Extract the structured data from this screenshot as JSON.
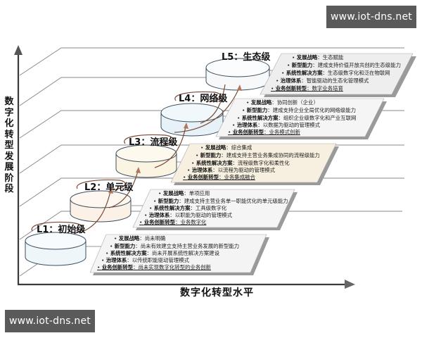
{
  "watermarks": {
    "top": "www.iot-dns.net",
    "bottom": "www.iot-dns.net"
  },
  "axes": {
    "y_label": "数字化转型发展阶段",
    "x_label": "数字化转型水平"
  },
  "colors": {
    "axis": "#3a3a3a",
    "grid": "#8a8a8a",
    "arrow": "#9a5a3a",
    "box_shadow": "#9a9a9a"
  },
  "levels": [
    {
      "label": "L1：初始级",
      "cylinder_color": "#eef6fa",
      "box_color": "#f4f4f4",
      "items": [
        {
          "key": "发展战略",
          "value": "尚未明确"
        },
        {
          "key": "新型能力",
          "value": "尚未有效建立支持主营业务发展的新型能力"
        },
        {
          "key": "系统性解决方案",
          "value": "尚未开展系统性解决方案建设"
        },
        {
          "key": "治理体系",
          "value": "以传统职能驱动管理模式"
        },
        {
          "key": "业务创新转型",
          "value": "尚未实现数字化转型的业务创新"
        }
      ]
    },
    {
      "label": "L2：单元级",
      "cylinder_color": "#fbf1e6",
      "box_color": "#f5f5f5",
      "items": [
        {
          "key": "发展战略",
          "value": "单项应用"
        },
        {
          "key": "新型能力",
          "value": "建成支持主营业务单一职能优化的单元级能力"
        },
        {
          "key": "系统性解决方案",
          "value": "工具级数字化"
        },
        {
          "key": "治理体系",
          "value": "以职能为驱动的管理模式"
        },
        {
          "key": "业务创新转型",
          "value": "业务数字化"
        }
      ]
    },
    {
      "label": "L3：流程级",
      "cylinder_color": "#fbf4e2",
      "box_color": "#f7f0e0",
      "items": [
        {
          "key": "发展战略",
          "value": "综合集成"
        },
        {
          "key": "新型能力",
          "value": "建成支持主营业务集成协同的流程级能力"
        },
        {
          "key": "系统性解决方案",
          "value": "流程级数字化和柔性化"
        },
        {
          "key": "治理体系",
          "value": "以流程为驱动的管理模式"
        },
        {
          "key": "业务创新转型",
          "value": "业务集成融合"
        }
      ]
    },
    {
      "label": "L4：网络级",
      "cylinder_color": "#e6f2f8",
      "box_color": "#f5f5f5",
      "items": [
        {
          "key": "发展战略",
          "value": "协同创新（企业）"
        },
        {
          "key": "新型能力",
          "value": "建成支持企业全局优化的网络级能力"
        },
        {
          "key": "系统性解决方案",
          "value": "组织企业级数字化和产业互联网"
        },
        {
          "key": "治理体系",
          "value": "以数据为驱动的管理模式"
        },
        {
          "key": "业务创新转型",
          "value": "业务模式创新"
        }
      ]
    },
    {
      "label": "L5：生态级",
      "cylinder_color": "#f6f8fa",
      "box_color": "#eeeeee",
      "items": [
        {
          "key": "发展战略",
          "value": "生态赋能"
        },
        {
          "key": "新型能力",
          "value": "建成支持价值开放共创的生态级能力"
        },
        {
          "key": "系统性解决方案",
          "value": "生态级数字化和泛在物联网"
        },
        {
          "key": "治理体系",
          "value": "智能驱动的生态化管理模式"
        },
        {
          "key": "业务创新转型",
          "value": "数字业务培育"
        }
      ]
    }
  ]
}
